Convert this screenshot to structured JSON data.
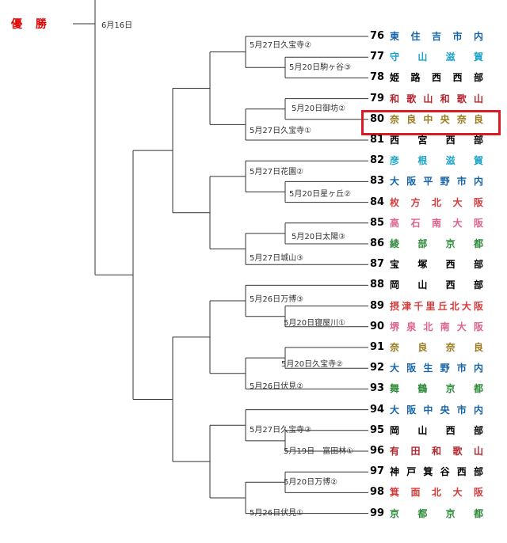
{
  "champion_label": "優 勝",
  "final_date": "6月16日",
  "highlight_color": "#d81b25",
  "teams": [
    {
      "num": "76",
      "chars": [
        "東",
        "住",
        "吉",
        "市",
        "内"
      ],
      "color": "#1565a8"
    },
    {
      "num": "77",
      "chars": [
        "守",
        "山",
        "滋",
        "賀"
      ],
      "color": "#1aa3c8"
    },
    {
      "num": "78",
      "chars": [
        "姫",
        "路",
        "西",
        "西",
        "部"
      ],
      "color": "#000000"
    },
    {
      "num": "79",
      "chars": [
        "和",
        "歌",
        "山",
        "和",
        "歌",
        "山"
      ],
      "color": "#b3262e"
    },
    {
      "num": "80",
      "chars": [
        "奈",
        "良",
        "中",
        "央",
        "奈",
        "良"
      ],
      "color": "#9a7a1e"
    },
    {
      "num": "81",
      "chars": [
        "西",
        "宮",
        "西",
        "部"
      ],
      "color": "#000000"
    },
    {
      "num": "82",
      "chars": [
        "彦",
        "根",
        "滋",
        "賀"
      ],
      "color": "#1aa3c8"
    },
    {
      "num": "83",
      "chars": [
        "大",
        "阪",
        "平",
        "野",
        "市",
        "内"
      ],
      "color": "#1565a8"
    },
    {
      "num": "84",
      "chars": [
        "枚",
        "方",
        "北",
        "大",
        "阪"
      ],
      "color": "#d63a3a"
    },
    {
      "num": "85",
      "chars": [
        "高",
        "石",
        "南",
        "大",
        "阪"
      ],
      "color": "#e0608a"
    },
    {
      "num": "86",
      "chars": [
        "綾",
        "部",
        "京",
        "都"
      ],
      "color": "#2e8b3a"
    },
    {
      "num": "87",
      "chars": [
        "宝",
        "塚",
        "西",
        "部"
      ],
      "color": "#000000"
    },
    {
      "num": "88",
      "chars": [
        "岡",
        "山",
        "西",
        "部"
      ],
      "color": "#000000"
    },
    {
      "num": "89",
      "chars": [
        "摂",
        "津",
        "千",
        "里",
        "丘",
        "北",
        "大",
        "阪"
      ],
      "color": "#d63a3a"
    },
    {
      "num": "90",
      "chars": [
        "堺",
        "泉",
        "北",
        "南",
        "大",
        "阪"
      ],
      "color": "#e0608a"
    },
    {
      "num": "91",
      "chars": [
        "奈",
        "良",
        "奈",
        "良"
      ],
      "color": "#9a7a1e"
    },
    {
      "num": "92",
      "chars": [
        "大",
        "阪",
        "生",
        "野",
        "市",
        "内"
      ],
      "color": "#1565a8"
    },
    {
      "num": "93",
      "chars": [
        "舞",
        "鶴",
        "京",
        "都"
      ],
      "color": "#2e8b3a"
    },
    {
      "num": "94",
      "chars": [
        "大",
        "阪",
        "中",
        "央",
        "市",
        "内"
      ],
      "color": "#1565a8"
    },
    {
      "num": "95",
      "chars": [
        "岡",
        "山",
        "西",
        "部"
      ],
      "color": "#000000"
    },
    {
      "num": "96",
      "chars": [
        "有",
        "田",
        "和",
        "歌",
        "山"
      ],
      "color": "#b3262e"
    },
    {
      "num": "97",
      "chars": [
        "神",
        "戸",
        "箕",
        "谷",
        "西",
        "部"
      ],
      "color": "#000000"
    },
    {
      "num": "98",
      "chars": [
        "箕",
        "面",
        "北",
        "大",
        "阪"
      ],
      "color": "#d63a3a"
    },
    {
      "num": "99",
      "chars": [
        "京",
        "都",
        "京",
        "都"
      ],
      "color": "#2e8b3a"
    }
  ],
  "matches": [
    {
      "id": "m1",
      "text": "5月27日久宝寺②"
    },
    {
      "id": "m2",
      "text": "5月20日駒ヶ谷③"
    },
    {
      "id": "m3",
      "text": "5月20日御坊②"
    },
    {
      "id": "m4",
      "text": "5月27日久宝寺①"
    },
    {
      "id": "m5",
      "text": "5月27日花園②"
    },
    {
      "id": "m6",
      "text": "5月20日星ヶ丘②"
    },
    {
      "id": "m7",
      "text": "5月20日太陽③"
    },
    {
      "id": "m8",
      "text": "5月27日城山③"
    },
    {
      "id": "m9",
      "text": "5月26日万博③"
    },
    {
      "id": "m10",
      "text": "5月20日寝屋川①"
    },
    {
      "id": "m11",
      "text": "5月20日久宝寺②"
    },
    {
      "id": "m12",
      "text": "5月26日伏見②"
    },
    {
      "id": "m13",
      "text": "5月27日久宝寺③"
    },
    {
      "id": "m14",
      "text": "5月19日　富田林①"
    },
    {
      "id": "m15",
      "text": "5月20日万博②"
    },
    {
      "id": "m16",
      "text": "5月26日伏見①"
    }
  ]
}
